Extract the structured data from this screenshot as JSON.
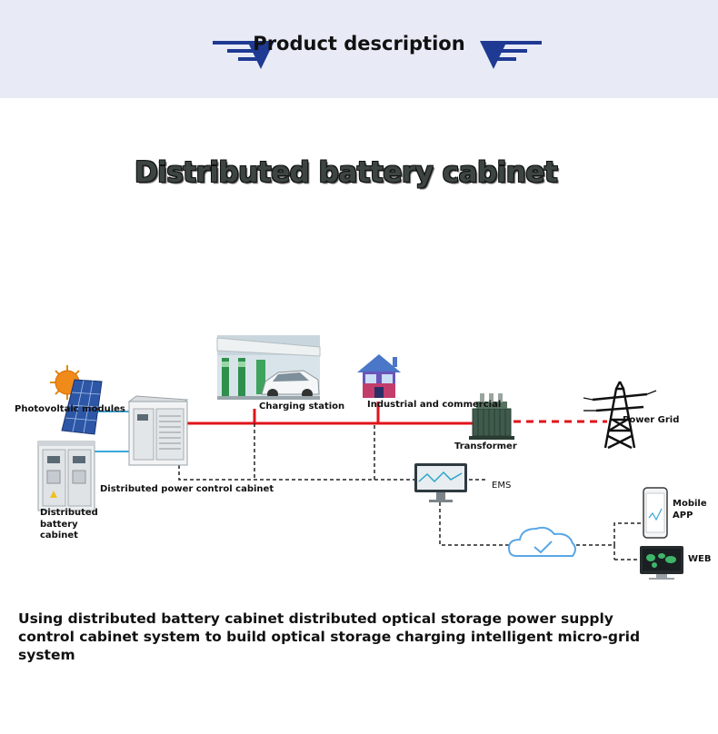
{
  "header": {
    "title": "Product description"
  },
  "main_title": "Distributed battery cabinet",
  "labels": {
    "photovoltaic": "Photovoltaic modules",
    "charging_station": "Charging station",
    "industrial": "Industrial and commercial",
    "transformer": "Transformer",
    "power_grid": "Power Grid",
    "power_control": "Distributed power control cabinet",
    "battery_cabinet": "Distributed battery cabinet",
    "ems": "EMS",
    "mobile_app": "Mobile APP",
    "web": "WEB"
  },
  "caption": "Using distributed battery cabinet distributed optical storage power supply control cabinet system to build optical storage charging intelligent micro-grid system",
  "colors": {
    "banner_bg": "#e8ebf5",
    "accent_blue": "#1f3a93",
    "power_line": "#e0141b",
    "dc_line": "#3aa7d8",
    "dashed_line": "#222222"
  }
}
